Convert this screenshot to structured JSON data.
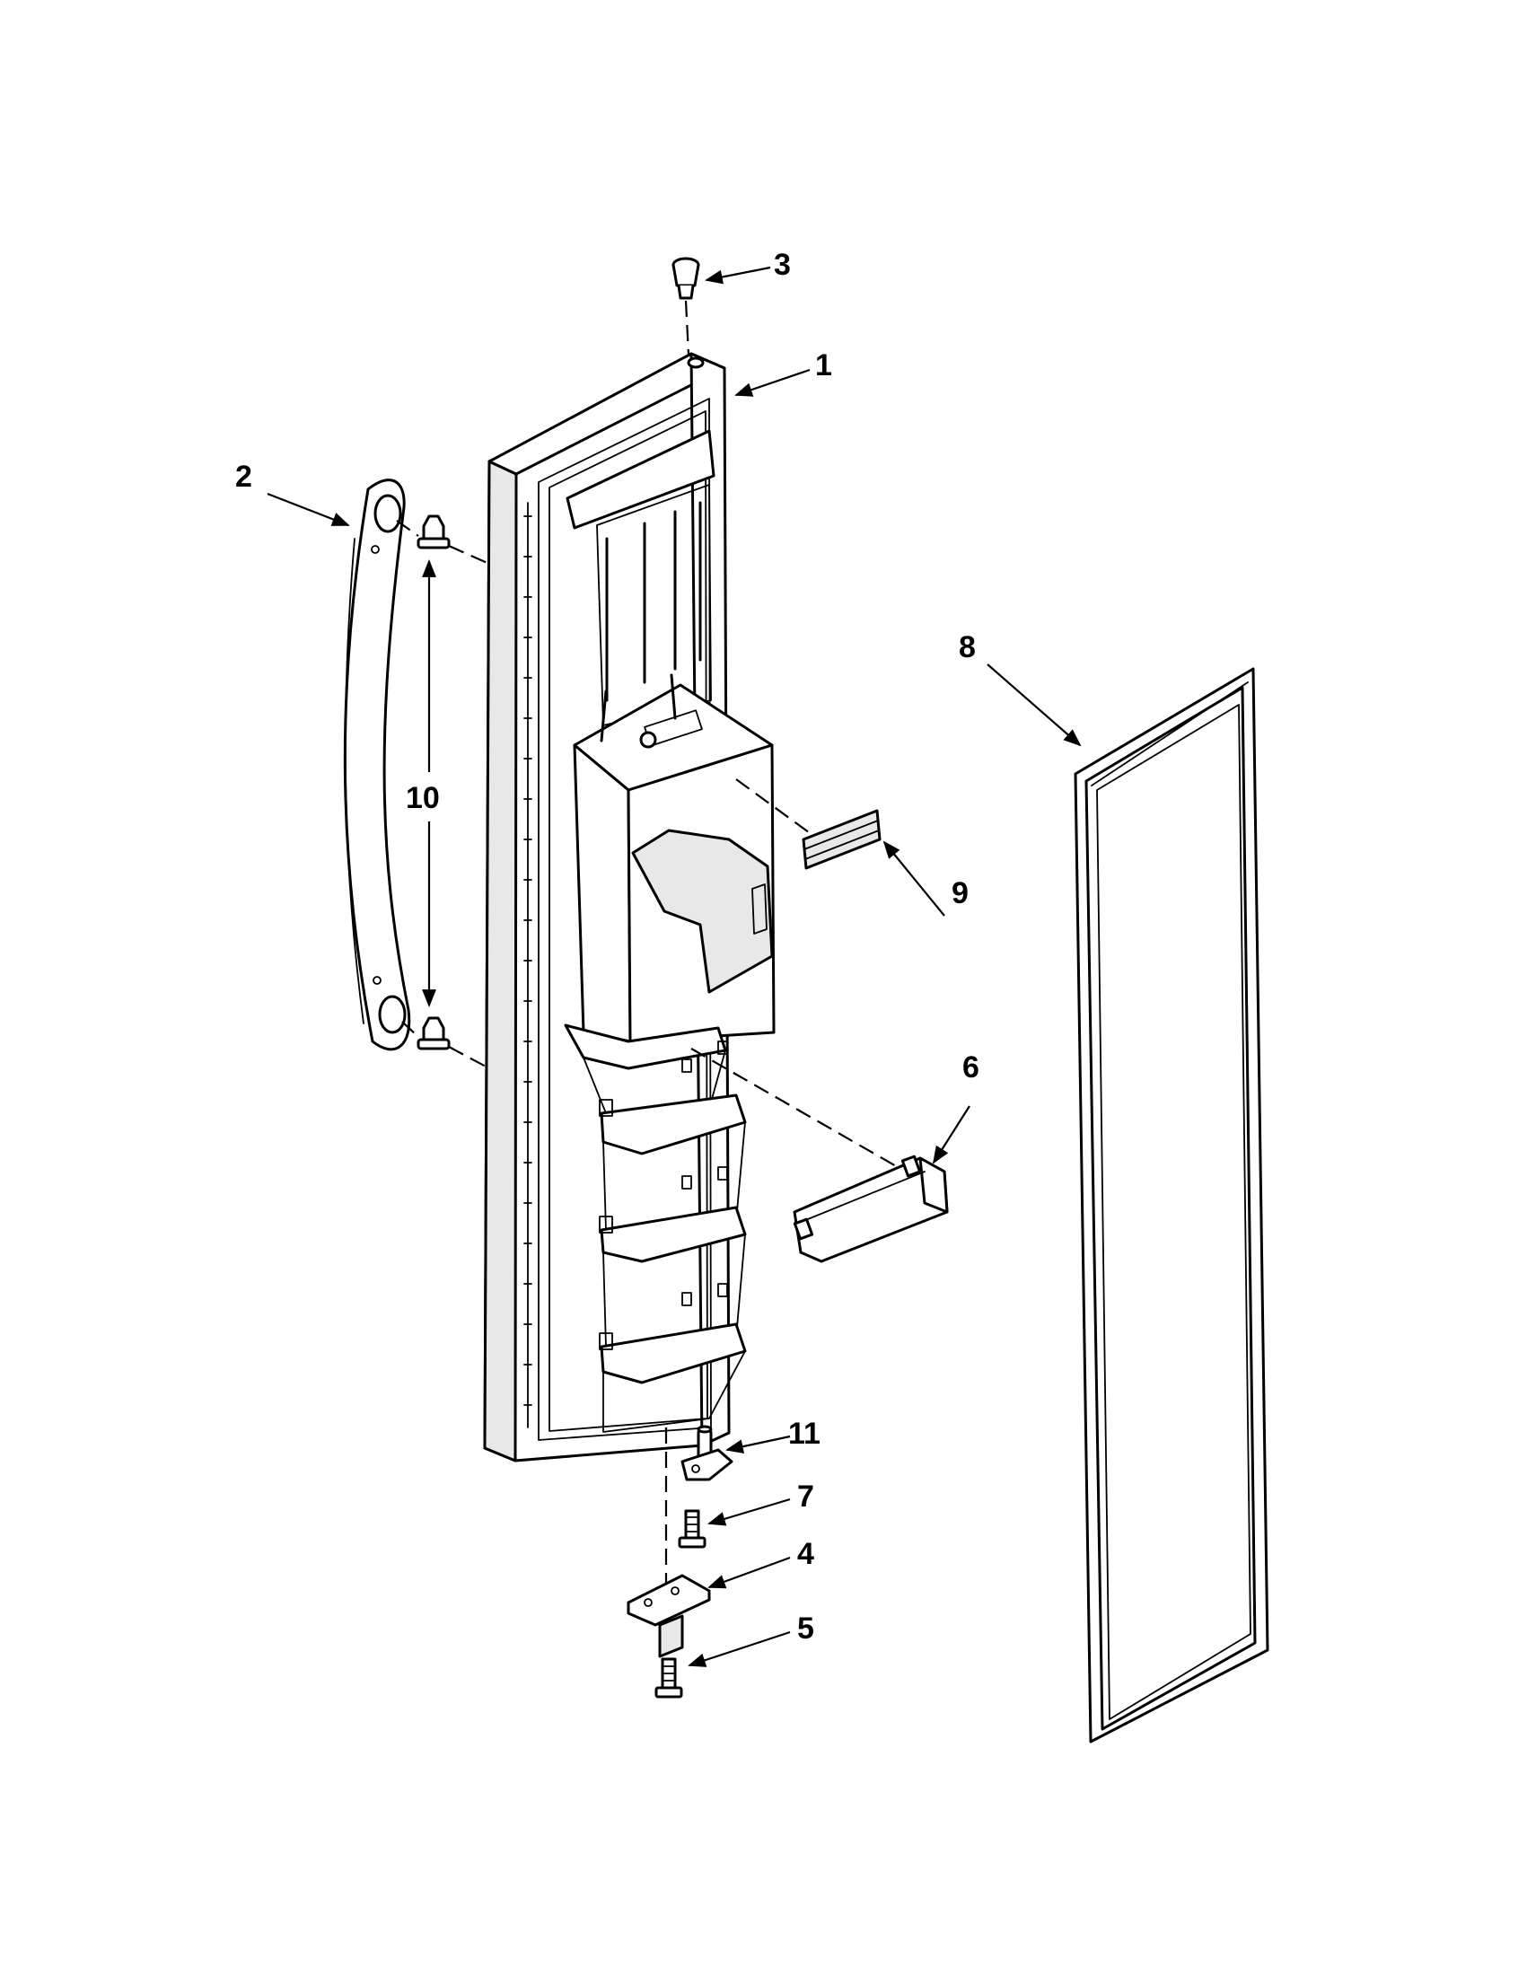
{
  "diagram": {
    "colors": {
      "line": "#000000",
      "background": "#ffffff",
      "shade": "#e8e8e8"
    },
    "callouts": [
      {
        "id": "1",
        "label": "1"
      },
      {
        "id": "2",
        "label": "2"
      },
      {
        "id": "3",
        "label": "3"
      },
      {
        "id": "4",
        "label": "4"
      },
      {
        "id": "5",
        "label": "5"
      },
      {
        "id": "6",
        "label": "6"
      },
      {
        "id": "7",
        "label": "7"
      },
      {
        "id": "8",
        "label": "8"
      },
      {
        "id": "9",
        "label": "9"
      },
      {
        "id": "10",
        "label": "10"
      },
      {
        "id": "11",
        "label": "11"
      }
    ]
  }
}
